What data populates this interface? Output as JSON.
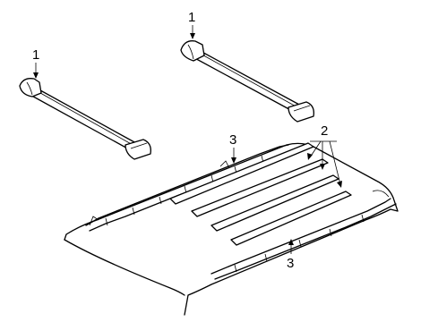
{
  "diagram": {
    "callouts": [
      {
        "id": "c1a",
        "label": "1",
        "part": "crossbar-left"
      },
      {
        "id": "c1b",
        "label": "1",
        "part": "crossbar-right"
      },
      {
        "id": "c2",
        "label": "2",
        "part": "roof-strips"
      },
      {
        "id": "c3a",
        "label": "3",
        "part": "side-rail-left"
      },
      {
        "id": "c3b",
        "label": "3",
        "part": "side-rail-right"
      }
    ]
  }
}
